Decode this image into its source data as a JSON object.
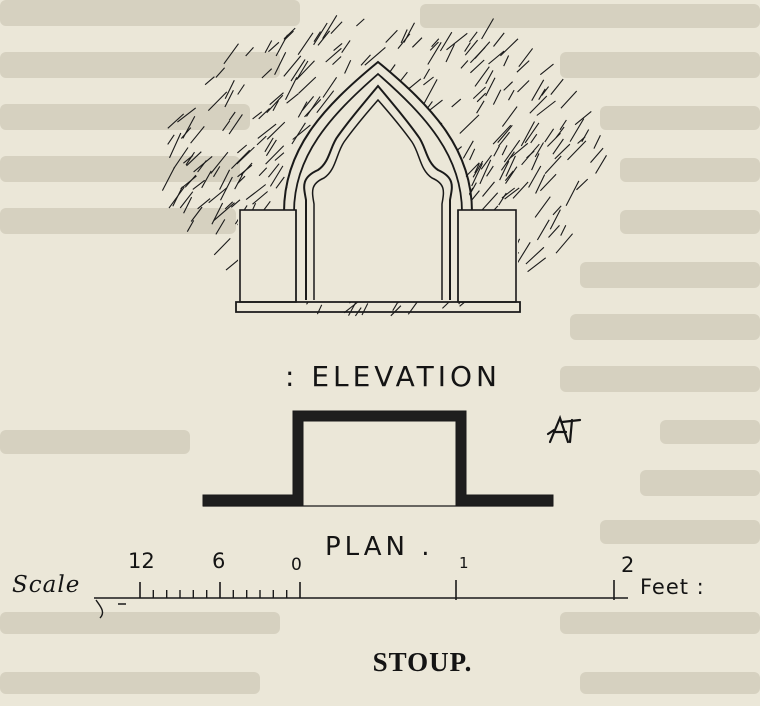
{
  "drawing": {
    "elevation_label": ": ELEVATION",
    "plan_label": "PLAN .",
    "monogram": "AT"
  },
  "scale_bar": {
    "label": "Scale",
    "unit_label": "Feet :",
    "ticks": [
      {
        "label": "12"
      },
      {
        "label": "6"
      },
      {
        "label": "0"
      },
      {
        "label": "1"
      },
      {
        "label": "2"
      }
    ]
  },
  "caption": "STOUP."
}
